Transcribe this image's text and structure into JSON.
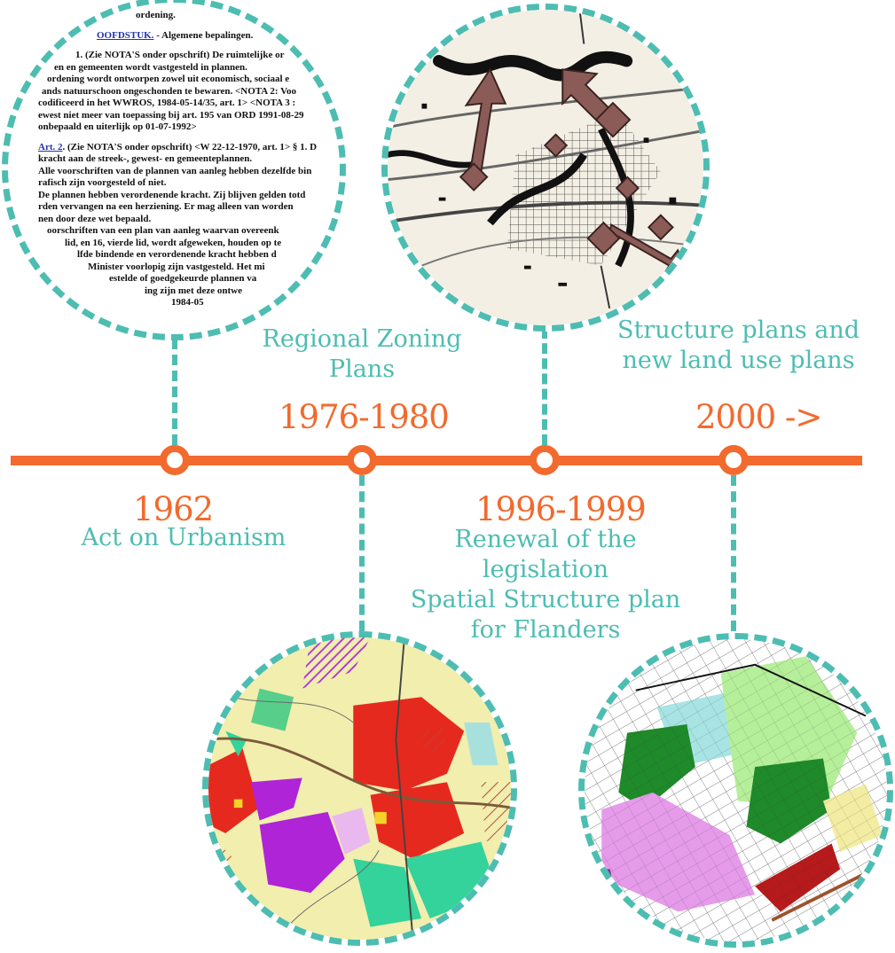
{
  "timeline": {
    "events": [
      {
        "year": "1962",
        "label_lines": [
          "Act on Urbanism"
        ]
      },
      {
        "year": "1976-1980",
        "label_lines": [
          "Regional Zoning",
          "Plans"
        ]
      },
      {
        "year": "1996-1999",
        "label_lines": [
          "Renewal of the",
          "legislation",
          "Spatial Structure plan",
          "for Flanders"
        ]
      },
      {
        "year": "2000 ->",
        "label_lines": [
          "Structure plans and",
          "new land use plans"
        ]
      }
    ]
  },
  "document_excerpt": {
    "line0": "ordening.",
    "chapter_link": "OOFDSTUK.",
    "chapter_rest": " - Algemene bepalingen.",
    "art1_lines": [
      "1. (Zie NOTA'S onder opschrift) De ruimtelijke or",
      "en en gemeenten wordt vastgesteld in plannen.",
      "ordening wordt ontworpen zowel uit economisch, sociaal e",
      "ands natuurschoon ongeschonden te bewaren. <NOTA 2: Voo",
      "codificeerd in het WWROS, 1984-05-14/35, art. 1> <NOTA 3 :",
      "ewest niet meer van toepassing bij art. 195 van ORD 1991-08-29",
      "onbepaald en uiterlijk op 01-07-1992>"
    ],
    "art2_link": "Art. 2",
    "art2_lines": [
      ". (Zie NOTA'S onder opschrift) <W 22-12-1970, art. 1> § 1. D",
      "kracht aan de streek-, gewest- en gemeenteplannen.",
      "Alle voorschriften van de plannen van aanleg hebben dezelfde bin",
      "rafisch zijn voorgesteld of niet.",
      "De plannen hebben verordenende kracht. Zij blijven gelden totd",
      "rden vervangen na een herziening. Er mag alleen van worden",
      "nen door deze wet bepaald.",
      "oorschriften van een plan van aanleg waarvan overeenk",
      "lid, en 16, vierde lid, wordt afgeweken, houden op te",
      "lfde bindende en verordenende kracht hebben d",
      "Minister voorlopig zijn vastgesteld. Het mi",
      "estelde of goedgekeurde plannen va",
      "ing zijn met deze ontwe",
      "1984-05"
    ]
  },
  "colors": {
    "timeline": "#f26a2e",
    "accent": "#4dbdb2",
    "link": "#2233aa"
  }
}
